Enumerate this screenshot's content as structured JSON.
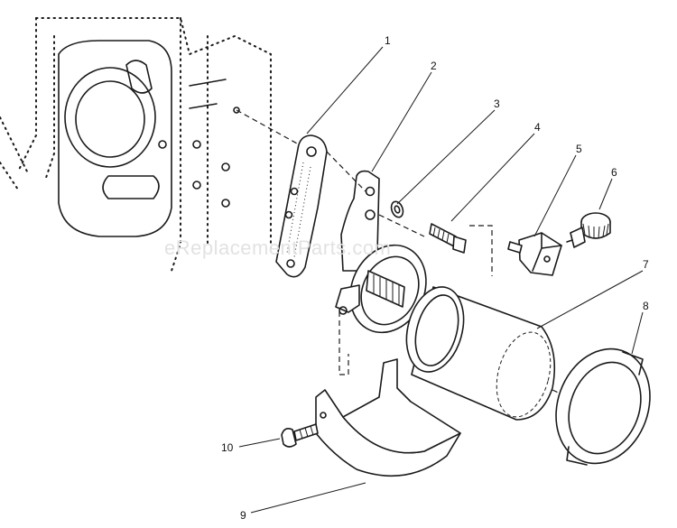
{
  "watermark": "eReplacementParts.com",
  "callouts": [
    "1",
    "2",
    "3",
    "4",
    "5",
    "6",
    "7",
    "8",
    "9",
    "10"
  ]
}
